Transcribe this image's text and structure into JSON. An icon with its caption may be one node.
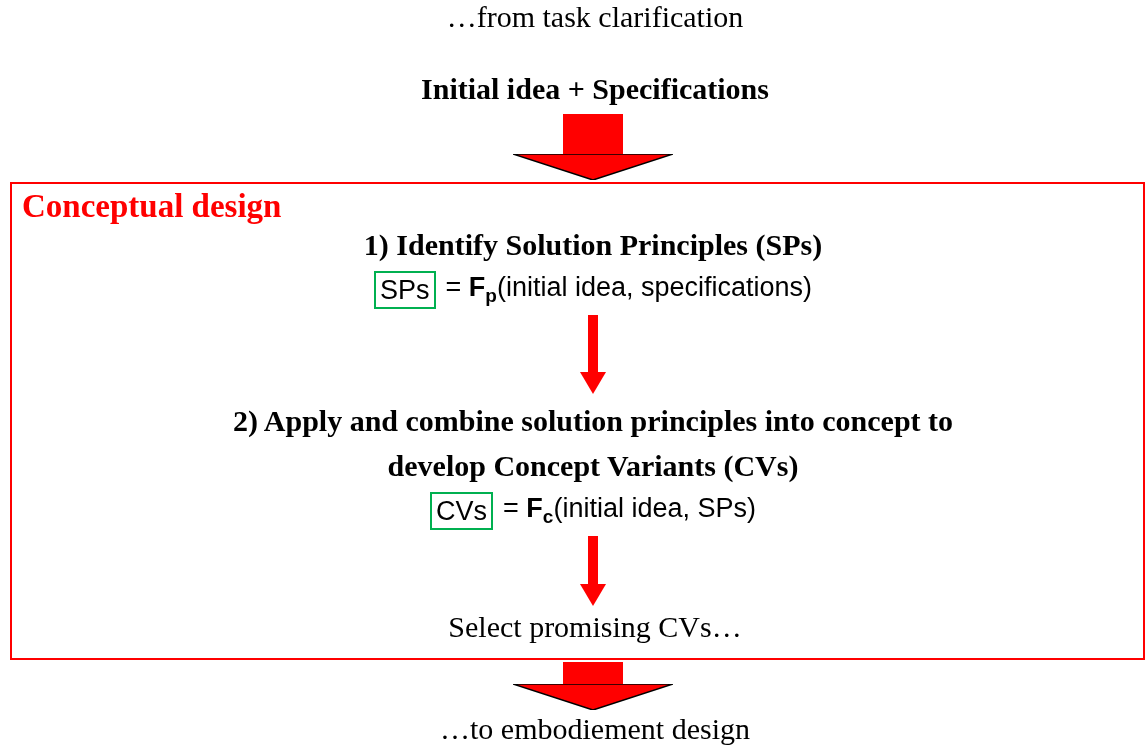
{
  "diagram": {
    "nodes": [
      {
        "text": [
          "Initial idea + Specifications"
        ]
      },
      {
        "text": [
          "Conceptual design"
        ]
      },
      {
        "text": [
          "1) Identify Solution Principles (SPs)",
          "= **F**$_{p}$(initial idea, specifications)"
        ],
        "in": 1
      },
      {
        "text": [
          "SPs"
        ],
        "in": 2
      },
      {
        "text": [
          "2) Apply and combine solution principles into concept to develop Concept Variants (CVs)",
          "= **F**$_{c}$(initial idea, SPs)"
        ],
        "in": 1
      },
      {
        "text": [
          "CVs"
        ],
        "in": 4
      },
      {
        "text": [
          "Select promising CVs…"
        ],
        "in": 1
      },
      {
        "text": [
          "…to embodiement design"
        ]
      }
    ],
    "edges": [
      {
        "from": 0,
        "to": 1,
        "arrow": "to",
        "style": "thick"
      },
      {
        "from": 2,
        "to": 4,
        "arrow": "to"
      },
      {
        "from": 4,
        "to": 6,
        "arrow": "to"
      },
      {
        "from": 1,
        "to": 7,
        "arrow": "to",
        "style": "thick"
      }
    ],
    "labels": [
      "…from task clarification"
    ]
  }
}
